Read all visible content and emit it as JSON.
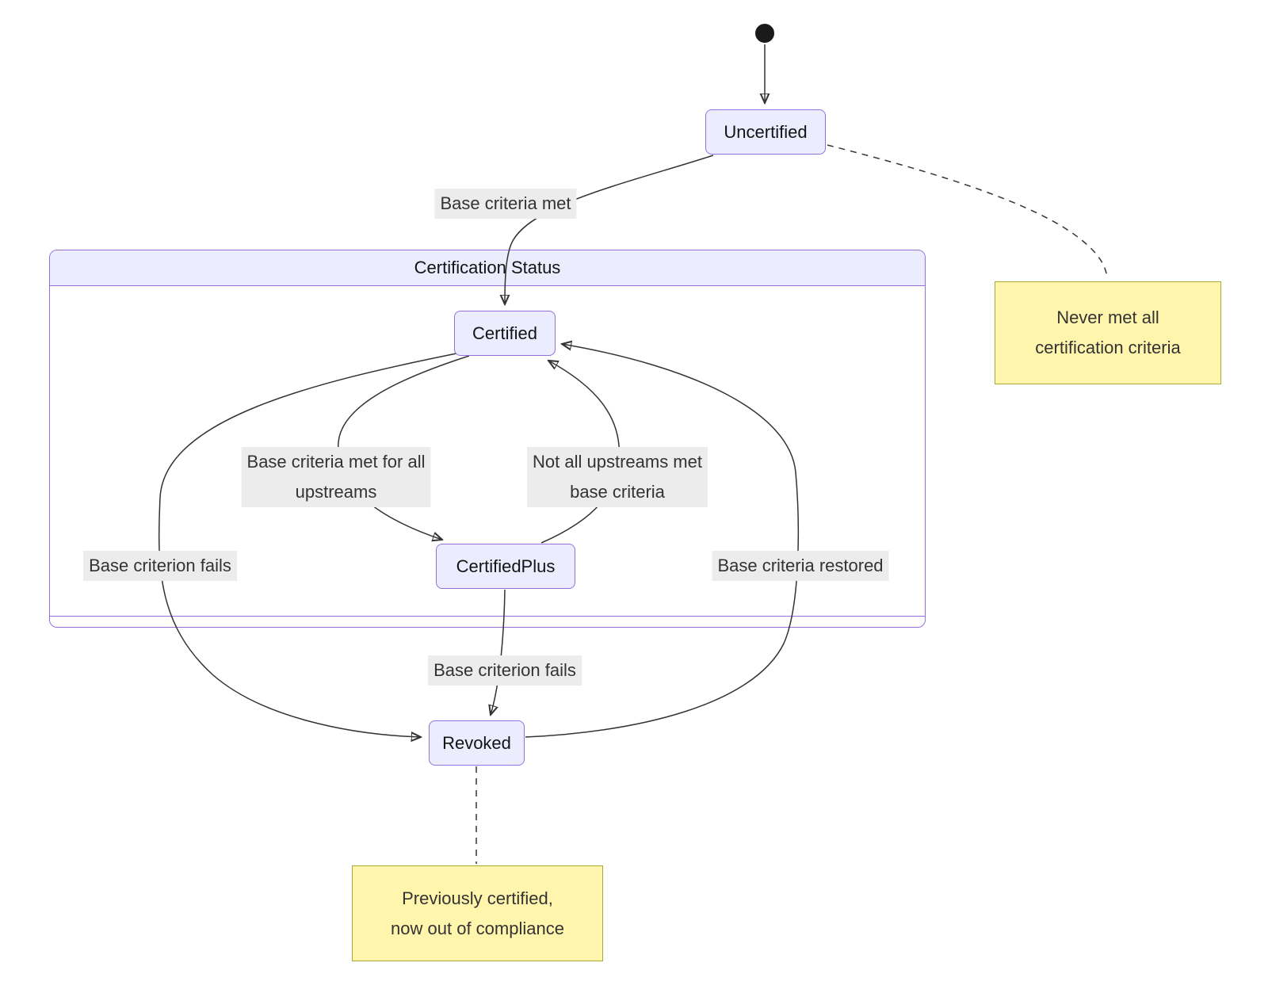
{
  "diagram": {
    "composite": {
      "title": "Certification Status"
    },
    "states": {
      "uncertified": "Uncertified",
      "certified": "Certified",
      "certified_plus": "CertifiedPlus",
      "revoked": "Revoked"
    },
    "edge_labels": {
      "base_criteria_met": "Base criteria met",
      "met_for_all_upstreams": "Base criteria met for all\nupstreams",
      "not_all_upstreams": "Not all upstreams met\nbase criteria",
      "criterion_fails_left": "Base criterion fails",
      "criteria_restored": "Base criteria restored",
      "criterion_fails_center": "Base criterion fails"
    },
    "notes": {
      "never_met": "Never met all\ncertification criteria",
      "previously_certified": "Previously certified,\nnow out of compliance"
    },
    "colors": {
      "state_fill": "#ECECFF",
      "state_border": "#9370DB",
      "note_fill": "#FFF5AD",
      "note_border": "#AAAA33",
      "edge_stroke": "#333333",
      "label_bg": "#ECECEC",
      "text": "#131313"
    }
  }
}
